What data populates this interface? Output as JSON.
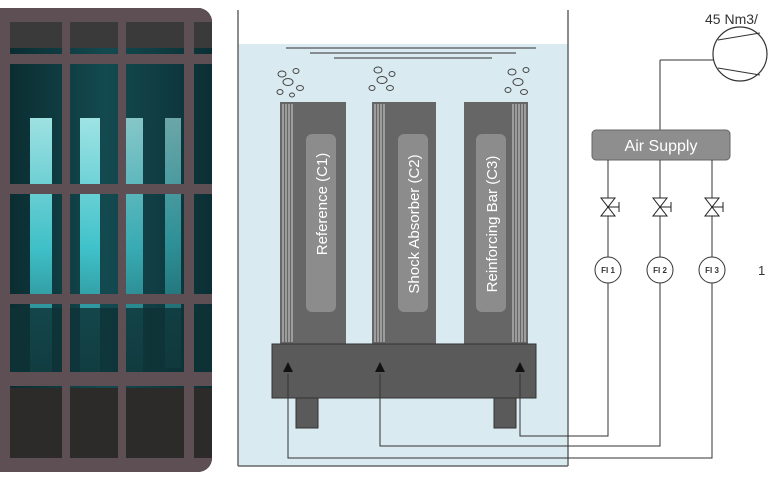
{
  "diagram": {
    "columns": [
      {
        "label": "Reference (C1)"
      },
      {
        "label": "Shock Absorber (C2)"
      },
      {
        "label": "Reinforcing Bar (C3)"
      }
    ],
    "air_supply_label": "Air Supply",
    "compressor_flow_label": "45 Nm3/",
    "flow_indicators": [
      "FI 1",
      "FI 2",
      "FI 3"
    ],
    "edge_label": "1"
  },
  "colors": {
    "water": "#d9eaf0",
    "column": "#666666",
    "column_inner": "#8c8c8c",
    "base": "#5a5a5a",
    "air_supply_box": "#8e8e8e",
    "photo_glow": "#48d8e0"
  }
}
